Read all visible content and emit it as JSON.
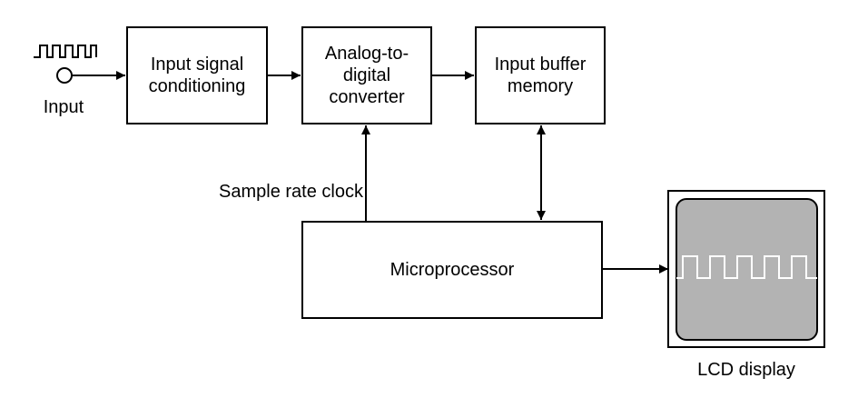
{
  "blocks": {
    "conditioning": {
      "line1": "Input signal",
      "line2": "conditioning"
    },
    "adc": {
      "line1": "Analog-to-",
      "line2": "digital",
      "line3": "converter"
    },
    "buffer": {
      "line1": "Input buffer",
      "line2": "memory"
    },
    "microprocessor": {
      "label": "Microprocessor"
    }
  },
  "labels": {
    "input": "Input",
    "sample_rate_clock": "Sample rate clock",
    "lcd_display": "LCD display"
  },
  "colors": {
    "line": "#000000",
    "screen_fill": "#b3b3b3",
    "waveform_on_screen": "#ffffff"
  }
}
